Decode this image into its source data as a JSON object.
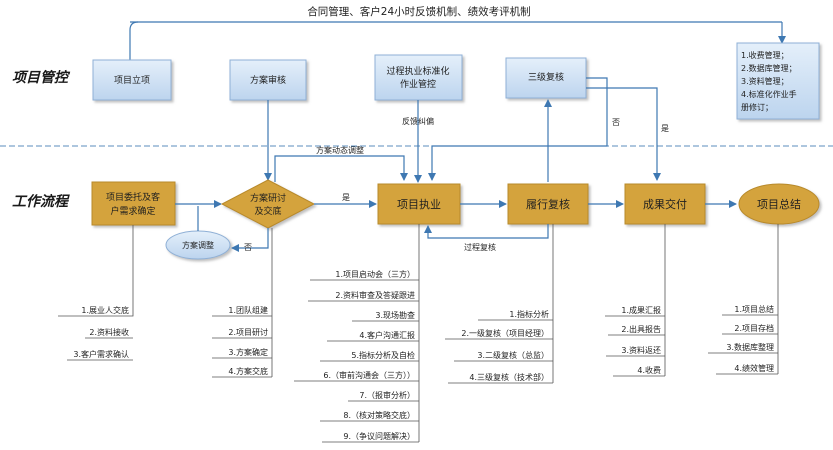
{
  "top_banner": "合同管理、客户24小时反馈机制、绩效考评机制",
  "lanes": {
    "control": "项目管控",
    "workflow": "工作流程"
  },
  "control_boxes": {
    "initiation": "项目立项",
    "plan_review": "方案审核",
    "process_std": [
      "过程执业标准化",
      "作业管控"
    ],
    "three_level": "三级复核",
    "mgmt_list": [
      "1.收费管理；",
      "2.数据库管理；",
      "3.资料管理；",
      "4.标准化作业手",
      "册修订；"
    ]
  },
  "flow": {
    "entrust": [
      "项目委托及客",
      "户需求确定"
    ],
    "discuss": [
      "方案研讨",
      "及交底"
    ],
    "adjust": "方案调整",
    "execute": "项目执业",
    "review": "履行复核",
    "deliver": "成果交付",
    "summary": "项目总结"
  },
  "edge_labels": {
    "feedback": "反馈纠偏",
    "dynamic_adjust": "方案动态调整",
    "yes1": "是",
    "no1": "否",
    "process_review": "过程复核",
    "no2": "否",
    "yes2": "是"
  },
  "lists": {
    "entrust": [
      "1.展业人交底",
      "2.资料接收",
      "3.客户需求确认"
    ],
    "discuss": [
      "1.团队组建",
      "2.项目研讨",
      "3.方案确定",
      "4.方案交底"
    ],
    "execute": [
      "1.项目启动会（三方）",
      "2.资料审查及答疑跟进",
      "3.现场勘查",
      "4.客户沟通汇报",
      "5.指标分析及自检",
      "6.（审前沟通会（三方））",
      "7.（报审分析）",
      "8.（核对策略交底）",
      "9.（争议问题解决）"
    ],
    "review": [
      "1.指标分析",
      "2.一级复核（项目经理）",
      "3.二级复核（总监）",
      "4.三级复核（技术部）"
    ],
    "deliver": [
      "1.成果汇报",
      "2.出具报告",
      "3.资料返还",
      "4.收费"
    ],
    "summary": [
      "1.项目总结",
      "2.项目存档",
      "3.数据库整理",
      "4.绩效管理"
    ]
  },
  "colors": {
    "gold": "#D4A33E",
    "light_blue": "#CFE2F5",
    "arrow": "#3E78B2",
    "divider": "#5B8DBE"
  }
}
